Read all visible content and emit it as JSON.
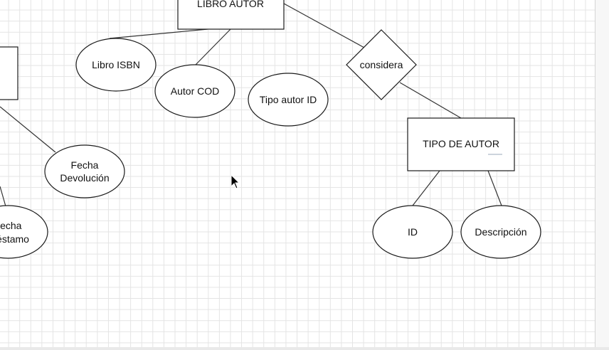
{
  "diagram": {
    "entities": {
      "libro_autor": "LIBRO AUTOR",
      "tipo_de_autor": "TIPO DE AUTOR"
    },
    "relationships": {
      "considera": "considera"
    },
    "attributes": {
      "libro_isbn": "Libro ISBN",
      "autor_cod": "Autor COD",
      "tipo_autor_id": "Tipo autor ID",
      "fecha_devolucion_1": "Fecha",
      "fecha_devolucion_2": "Devolución",
      "fecha_prestamo_1": "Fecha",
      "fecha_prestamo_2": "Préstamo",
      "id": "ID",
      "descripcion": "Descripción"
    }
  },
  "colors": {
    "grid": "#e4e4e4",
    "stroke": "#1a1a1a",
    "background": "#ffffff"
  }
}
